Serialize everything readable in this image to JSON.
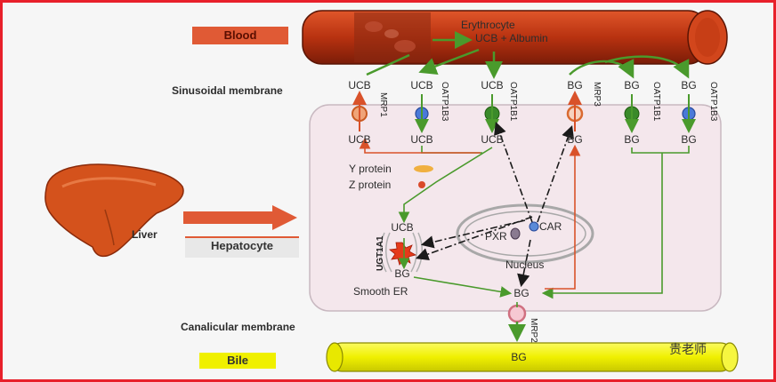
{
  "labels": {
    "blood": "Blood",
    "erythrocyte": "Erythrocyte",
    "ucb_albumin": "UCB + Albumin",
    "sinusoidal_membrane": "Sinusoidal membrane",
    "liver": "Liver",
    "hepatocyte": "Hepatocyte",
    "y_protein": "Y protein",
    "z_protein": "Z protein",
    "smooth_er": "Smooth ER",
    "nucleus": "Nucleus",
    "pxr": "PXR",
    "car": "CAR",
    "ugt1a1": "UGT1A1",
    "canalicular_membrane": "Canalicular membrane",
    "bile": "Bile",
    "bile_bg": "BG",
    "watermark": "贵老师"
  },
  "transporters_top": [
    {
      "substrate": "UCB",
      "transporter": "MRP1"
    },
    {
      "substrate": "UCB",
      "transporter": "OATP1B3"
    },
    {
      "substrate": "UCB",
      "transporter": "OATP1B1"
    },
    {
      "substrate": "BG",
      "transporter": "MRP3"
    },
    {
      "substrate": "BG",
      "transporter": "OATP1B1"
    },
    {
      "substrate": "BG",
      "transporter": "OATP1B3"
    }
  ],
  "inside_top": [
    "UCB",
    "UCB",
    "UCB",
    "BG",
    "BG",
    "BG"
  ],
  "er": {
    "input": "UCB",
    "output": "BG"
  },
  "canalicular": {
    "substrate": "BG",
    "transporter": "MRP2"
  },
  "colors": {
    "frame": "#e8202a",
    "blood_vessel": "#c8391a",
    "bile_vessel": "#f2f200",
    "arrow_green": "#4a9a2c",
    "arrow_red": "#d9522a",
    "cell_bg": "#f4e7ec"
  }
}
